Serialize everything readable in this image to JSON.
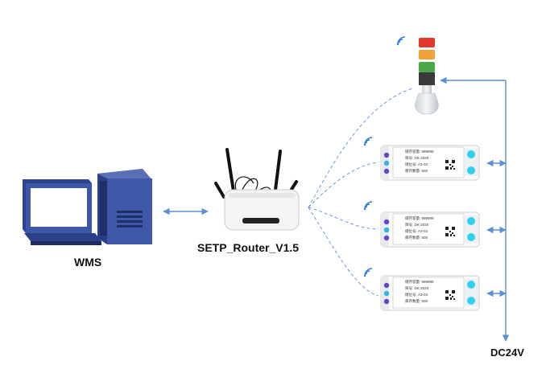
{
  "labels": {
    "wms": "WMS",
    "router": "SETP_Router_V1.5",
    "power": "DC24V"
  },
  "devices": [
    {
      "lines": [
        "储存容量: 999999",
        "目号: DK-2020",
        "储位号: A3-03",
        "库存数量: 500"
      ]
    },
    {
      "lines": [
        "储存容量: 999999",
        "目号: DK-2020",
        "储位号: A3-03",
        "库存数量: 500"
      ]
    },
    {
      "lines": [
        "储存容量: 999999",
        "目号: DK-2020",
        "储位号: A3-03",
        "库存数量: 500"
      ]
    }
  ],
  "colors": {
    "line": "#5b8fd6",
    "screen_blue": "#4169c8",
    "light_red": "#e03a2c",
    "light_orange": "#f0a33a",
    "light_green": "#4aa84a"
  },
  "icons": [
    "computer-icon",
    "router-icon",
    "tower-light-icon",
    "wifi-icon",
    "shelf-label-device-icon",
    "qr-code-icon"
  ]
}
